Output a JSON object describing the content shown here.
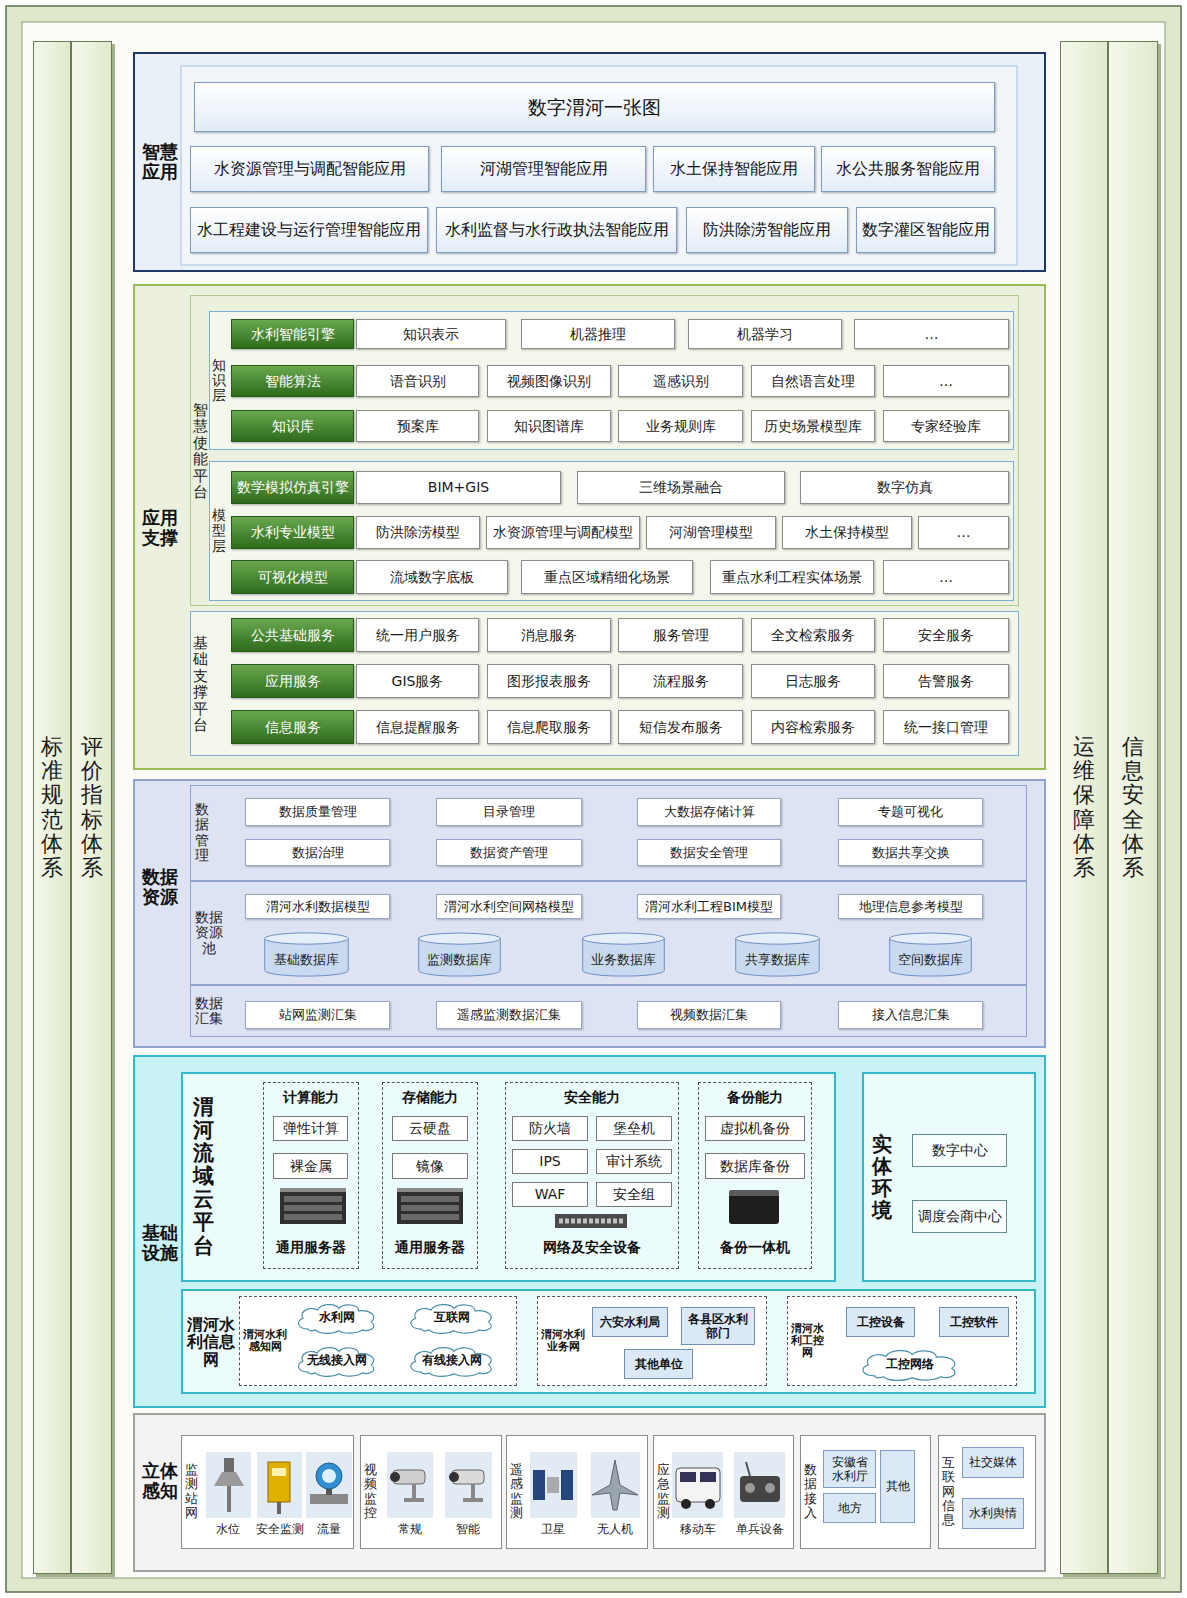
{
  "diagram": {
    "nodes": [
      {
        "text": [
          "标准规范体系"
        ]
      },
      {
        "text": [
          "评价指标体系"
        ]
      },
      {
        "text": [
          "智慧应用"
        ]
      },
      {
        "text": [
          "数字渭河一张图"
        ],
        "in": 2
      },
      {
        "text": [
          "水资源管理与调配智能应用"
        ],
        "in": 2
      },
      {
        "text": [
          "河湖管理智能应用"
        ],
        "in": 2
      },
      {
        "text": [
          "水土保持智能应用"
        ],
        "in": 2
      },
      {
        "text": [
          "水公共服务智能应用"
        ],
        "in": 2
      },
      {
        "text": [
          "水工程建设与运行管理智能应用"
        ],
        "in": 2
      },
      {
        "text": [
          "水利监督与水行政执法智能应用"
        ],
        "in": 2
      },
      {
        "text": [
          "防洪除涝智能应用"
        ],
        "in": 2
      },
      {
        "text": [
          "数字灌区智能应用"
        ],
        "in": 2
      },
      {
        "text": [
          "应用支撑"
        ]
      },
      {
        "text": [
          "智慧使能平台"
        ],
        "in": 12
      },
      {
        "text": [
          "知识层"
        ],
        "in": 13
      },
      {
        "text": [
          "水利智能引擎"
        ],
        "in": 14
      },
      {
        "text": [
          "知识表示"
        ],
        "in": 14
      },
      {
        "text": [
          "机器推理"
        ],
        "in": 14
      },
      {
        "text": [
          "机器学习"
        ],
        "in": 14
      },
      {
        "text": [
          "…"
        ],
        "in": 14
      },
      {
        "text": [
          "智能算法"
        ],
        "in": 14
      },
      {
        "text": [
          "语音识别"
        ],
        "in": 14
      },
      {
        "text": [
          "视频图像识别"
        ],
        "in": 14
      },
      {
        "text": [
          "遥感识别"
        ],
        "in": 14
      },
      {
        "text": [
          "自然语言处理"
        ],
        "in": 14
      },
      {
        "text": [
          "…"
        ],
        "in": 14
      },
      {
        "text": [
          "知识库"
        ],
        "in": 14
      },
      {
        "text": [
          "预案库"
        ],
        "in": 14
      },
      {
        "text": [
          "知识图谱库"
        ],
        "in": 14
      },
      {
        "text": [
          "业务规则库"
        ],
        "in": 14
      },
      {
        "text": [
          "历史场景模型库"
        ],
        "in": 14
      },
      {
        "text": [
          "专家经验库"
        ],
        "in": 14
      },
      {
        "text": [
          "模型层"
        ],
        "in": 13
      },
      {
        "text": [
          "数学模拟仿真引擎"
        ],
        "in": 32
      },
      {
        "text": [
          "BIM+GIS"
        ],
        "in": 32
      },
      {
        "text": [
          "三维场景融合"
        ],
        "in": 32
      },
      {
        "text": [
          "数字仿真"
        ],
        "in": 32
      },
      {
        "text": [
          "水利专业模型"
        ],
        "in": 32
      },
      {
        "text": [
          "防洪除涝模型"
        ],
        "in": 32
      },
      {
        "text": [
          "水资源管理与调配模型"
        ],
        "in": 32
      },
      {
        "text": [
          "河湖管理模型"
        ],
        "in": 32
      },
      {
        "text": [
          "水土保持模型"
        ],
        "in": 32
      },
      {
        "text": [
          "…"
        ],
        "in": 32
      },
      {
        "text": [
          "可视化模型"
        ],
        "in": 32
      },
      {
        "text": [
          "流域数字底板"
        ],
        "in": 32
      },
      {
        "text": [
          "重点区域精细化场景"
        ],
        "in": 32
      },
      {
        "text": [
          "重点水利工程实体场景"
        ],
        "in": 32
      },
      {
        "text": [
          "…"
        ],
        "in": 32
      },
      {
        "text": [
          "基础支撑平台"
        ],
        "in": 12
      },
      {
        "text": [
          "公共基础服务"
        ],
        "in": 48
      },
      {
        "text": [
          "统一用户服务"
        ],
        "in": 48
      },
      {
        "text": [
          "消息服务"
        ],
        "in": 48
      },
      {
        "text": [
          "服务管理"
        ],
        "in": 48
      },
      {
        "text": [
          "全文检索服务"
        ],
        "in": 48
      },
      {
        "text": [
          "安全服务"
        ],
        "in": 48
      },
      {
        "text": [
          "应用服务"
        ],
        "in": 48
      },
      {
        "text": [
          "GIS服务"
        ],
        "in": 48
      },
      {
        "text": [
          "图形报表服务"
        ],
        "in": 48
      },
      {
        "text": [
          "流程服务"
        ],
        "in": 48
      },
      {
        "text": [
          "日志服务"
        ],
        "in": 48
      },
      {
        "text": [
          "告警服务"
        ],
        "in": 48
      },
      {
        "text": [
          "信息服务"
        ],
        "in": 48
      },
      {
        "text": [
          "信息提醒服务"
        ],
        "in": 48
      },
      {
        "text": [
          "信息爬取服务"
        ],
        "in": 48
      },
      {
        "text": [
          "短信发布服务"
        ],
        "in": 48
      },
      {
        "text": [
          "内容检索服务"
        ],
        "in": 48
      },
      {
        "text": [
          "统一接口管理"
        ],
        "in": 48
      },
      {
        "text": [
          "数据资源"
        ]
      },
      {
        "text": [
          "数据管理"
        ],
        "in": 67
      },
      {
        "text": [
          "数据质量管理"
        ],
        "in": 68
      },
      {
        "text": [
          "目录管理"
        ],
        "in": 68
      },
      {
        "text": [
          "大数据存储计算"
        ],
        "in": 68
      },
      {
        "text": [
          "专题可视化"
        ],
        "in": 68
      },
      {
        "text": [
          "数据治理"
        ],
        "in": 68
      },
      {
        "text": [
          "数据资产管理"
        ],
        "in": 68
      },
      {
        "text": [
          "数据安全管理"
        ],
        "in": 68
      },
      {
        "text": [
          "数据共享交换"
        ],
        "in": 68
      },
      {
        "text": [
          "数据资源池"
        ],
        "in": 67
      },
      {
        "text": [
          "渭河水利数据模型"
        ],
        "in": 77
      },
      {
        "text": [
          "渭河水利空间网格模型"
        ],
        "in": 77
      },
      {
        "text": [
          "渭河水利工程BIM模型"
        ],
        "in": 77
      },
      {
        "text": [
          "地理信息参考模型"
        ],
        "in": 77
      },
      {
        "text": [
          "基础数据库"
        ],
        "in": 77
      },
      {
        "text": [
          "监测数据库"
        ],
        "in": 77
      },
      {
        "text": [
          "业务数据库"
        ],
        "in": 77
      },
      {
        "text": [
          "共享数据库"
        ],
        "in": 77
      },
      {
        "text": [
          "空间数据库"
        ],
        "in": 77
      },
      {
        "text": [
          "数据汇集"
        ],
        "in": 67
      },
      {
        "text": [
          "站网监测汇集"
        ],
        "in": 87
      },
      {
        "text": [
          "遥感监测数据汇集"
        ],
        "in": 87
      },
      {
        "text": [
          "视频数据汇集"
        ],
        "in": 87
      },
      {
        "text": [
          "接入信息汇集"
        ],
        "in": 87
      },
      {
        "text": [
          "基础设施"
        ]
      },
      {
        "text": [
          "渭河流域云平台"
        ],
        "in": 92
      },
      {
        "text": [
          "计算能力",
          "通用服务器"
        ],
        "in": 93
      },
      {
        "text": [
          "弹性计算"
        ],
        "in": 94
      },
      {
        "text": [
          "裸金属"
        ],
        "in": 94
      },
      {
        "text": [
          "存储能力",
          "通用服务器"
        ],
        "in": 93
      },
      {
        "text": [
          "云硬盘"
        ],
        "in": 97
      },
      {
        "text": [
          "镜像"
        ],
        "in": 97
      },
      {
        "text": [
          "安全能力",
          "网络及安全设备"
        ],
        "in": 93
      },
      {
        "text": [
          "防火墙"
        ],
        "in": 100
      },
      {
        "text": [
          "堡垒机"
        ],
        "in": 100
      },
      {
        "text": [
          "IPS"
        ],
        "in": 100
      },
      {
        "text": [
          "审计系统"
        ],
        "in": 100
      },
      {
        "text": [
          "WAF"
        ],
        "in": 100
      },
      {
        "text": [
          "安全组"
        ],
        "in": 100
      },
      {
        "text": [
          "备份能力",
          "备份一体机"
        ],
        "in": 93
      },
      {
        "text": [
          "虚拟机备份"
        ],
        "in": 107
      },
      {
        "text": [
          "数据库备份"
        ],
        "in": 107
      },
      {
        "text": [
          "实体环境"
        ],
        "in": 92
      },
      {
        "text": [
          "数字中心"
        ],
        "in": 110
      },
      {
        "text": [
          "调度会商中心"
        ],
        "in": 110
      },
      {
        "text": [
          "渭河水利信息网"
        ],
        "in": 92
      },
      {
        "text": [
          "渭河水利感知网"
        ],
        "in": 113
      },
      {
        "text": [
          "水利网"
        ],
        "in": 114
      },
      {
        "text": [
          "互联网"
        ],
        "in": 114
      },
      {
        "text": [
          "无线接入网"
        ],
        "in": 114
      },
      {
        "text": [
          "有线接入网"
        ],
        "in": 114
      },
      {
        "text": [
          "渭河水利业务网"
        ],
        "in": 113
      },
      {
        "text": [
          "六安水利局"
        ],
        "in": 119
      },
      {
        "text": [
          "各县区水利部门"
        ],
        "in": 119
      },
      {
        "text": [
          "其他单位"
        ],
        "in": 119
      },
      {
        "text": [
          "渭河水利工控网"
        ],
        "in": 113
      },
      {
        "text": [
          "工控设备"
        ],
        "in": 123
      },
      {
        "text": [
          "工控软件"
        ],
        "in": 123
      },
      {
        "text": [
          "工控网络"
        ],
        "in": 123
      },
      {
        "text": [
          "立体感知"
        ]
      },
      {
        "text": [
          "监测站网"
        ],
        "in": 127
      },
      {
        "text": [
          "视频监控"
        ],
        "in": 127
      },
      {
        "text": [
          "遥感监测"
        ],
        "in": 127
      },
      {
        "text": [
          "应急监测"
        ],
        "in": 127
      },
      {
        "text": [
          "数据接入"
        ],
        "in": 127
      },
      {
        "text": [
          "安徽省水利厅"
        ],
        "in": 132
      },
      {
        "text": [
          "地方"
        ],
        "in": 132
      },
      {
        "text": [
          "其他"
        ],
        "in": 132
      },
      {
        "text": [
          "互联网信息"
        ],
        "in": 127
      },
      {
        "text": [
          "社交媒体"
        ],
        "in": 136
      },
      {
        "text": [
          "水利舆情"
        ],
        "in": 136
      },
      {
        "text": [
          "运维保障体系"
        ]
      },
      {
        "text": [
          "信息安全体系"
        ]
      }
    ],
    "labels": [
      "水位",
      "安全监测",
      "流量",
      "常规",
      "智能",
      "卫星",
      "无人机",
      "移动车",
      "单兵设备"
    ]
  }
}
